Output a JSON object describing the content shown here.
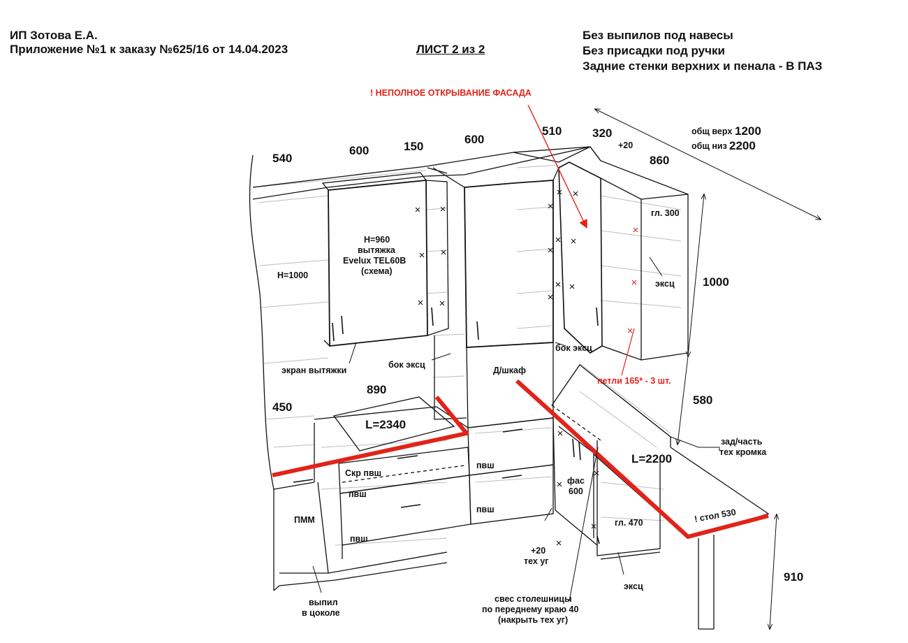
{
  "header": {
    "company": "ИП Зотова Е.А.",
    "appendix": "Приложение №1 к заказу №625/16 от 14.04.2023",
    "sheet": "ЛИСТ 2 из 2",
    "notes": [
      "Без выпилов под навесы",
      "Без присадки под ручки",
      "Задние стенки верхних и пенала - В ПАЗ"
    ]
  },
  "warning": "! НЕПОЛНОЕ ОТКРЫВАНИЕ ФАСАДА",
  "dimensions": {
    "d540": "540",
    "d600a": "600",
    "d150": "150",
    "d600b": "600",
    "d510": "510",
    "d320": "320",
    "plus20": "+20",
    "d860": "860",
    "total_top_label": "общ верх",
    "total_top_value": "1200",
    "total_bottom_label": "общ низ",
    "total_bottom_value": "2200",
    "d1000": "1000",
    "d580": "580",
    "d910": "910",
    "d890": "890",
    "d450": "450"
  },
  "labels": {
    "depth300": "гл. 300",
    "h1000": "H=1000",
    "hood_h": "H=960",
    "hood_name": "вытяжка",
    "hood_model": "Evelux TEL60B",
    "hood_note": "(схема)",
    "eksc_top": "эксц",
    "hood_screen": "экран вытяжки",
    "side_eksc_left": "бок эксц",
    "side_eksc_right": "бок эксц",
    "d_cabinet": "Д/шкаф",
    "hinges": "петли 165* - 3 шт.",
    "l2340": "L=2340",
    "l2200": "L=2200",
    "skr_pvsh": "Скр пвш",
    "pvsh1": "пвш",
    "pvsh2": "пвш",
    "pvsh3": "пвш",
    "pvsh4": "пвш",
    "pmm": "ПММ",
    "fas": "фас",
    "fas600": "600",
    "depth470": "гл. 470",
    "table": "! стол 530",
    "back_edge_1": "зад/часть",
    "back_edge_2": "тех кромка",
    "plus20_tech": "+20",
    "tech_corner": "тех уг",
    "eksc_bottom": "эксц",
    "cutout_1": "выпил",
    "cutout_2": "в цоколе",
    "overhang_1": "свес столешницы",
    "overhang_2": "по переднему краю 40",
    "overhang_3": "(накрыть тех уг)"
  },
  "colors": {
    "accent": "#e2231a",
    "line": "#111111",
    "ghost": "#b9b9b9"
  }
}
